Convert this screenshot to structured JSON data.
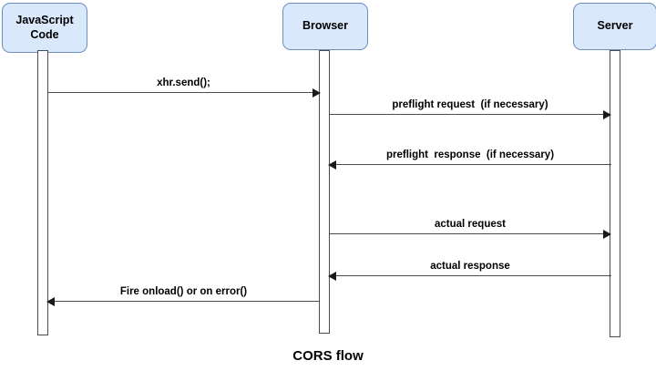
{
  "diagram": {
    "caption": "CORS flow",
    "colors": {
      "box_fill": "#dae8fc",
      "box_stroke": "#6c8ebf",
      "line": "#4d4d4d",
      "arrowhead": "#1a1a1a",
      "background": "#ffffff"
    },
    "participants": [
      {
        "id": "javascript-code",
        "label": "JavaScript\nCode"
      },
      {
        "id": "browser",
        "label": "Browser"
      },
      {
        "id": "server",
        "label": "Server"
      }
    ],
    "messages": [
      {
        "id": "xhr-send",
        "label": "xhr.send();",
        "from": "javascript-code",
        "to": "browser",
        "direction": "right"
      },
      {
        "id": "preflight-request",
        "label": "preflight request  (if necessary)",
        "from": "browser",
        "to": "server",
        "direction": "right"
      },
      {
        "id": "preflight-response",
        "label": "preflight  response  (if necessary)",
        "from": "server",
        "to": "browser",
        "direction": "left"
      },
      {
        "id": "actual-request",
        "label": "actual request",
        "from": "browser",
        "to": "server",
        "direction": "right"
      },
      {
        "id": "actual-response",
        "label": "actual response",
        "from": "server",
        "to": "browser",
        "direction": "left"
      },
      {
        "id": "fire-onload",
        "label": "Fire onload() or on error()",
        "from": "browser",
        "to": "javascript-code",
        "direction": "left"
      }
    ]
  }
}
